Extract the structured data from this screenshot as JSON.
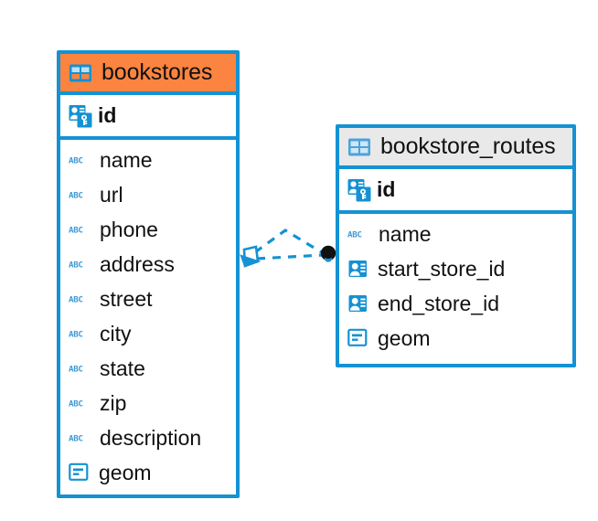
{
  "diagram": {
    "type": "entity-relationship-diagram",
    "background_color": "#ffffff",
    "accent_color": "#1492d3",
    "highlight_color": "#fb8440",
    "neutral_header_color": "#e9e9e9",
    "text_color": "#111111"
  },
  "entities": [
    {
      "id": "bookstores",
      "name": "bookstores",
      "header_style": "orange",
      "table_icon": "table-icon",
      "primary_keys": [
        {
          "name": "id",
          "icon": "primary-key-icon",
          "type_hint": "key"
        }
      ],
      "fields": [
        {
          "name": "name",
          "icon": "abc-icon",
          "type_hint": "ABC"
        },
        {
          "name": "url",
          "icon": "abc-icon",
          "type_hint": "ABC"
        },
        {
          "name": "phone",
          "icon": "abc-icon",
          "type_hint": "ABC"
        },
        {
          "name": "address",
          "icon": "abc-icon",
          "type_hint": "ABC"
        },
        {
          "name": "street",
          "icon": "abc-icon",
          "type_hint": "ABC"
        },
        {
          "name": "city",
          "icon": "abc-icon",
          "type_hint": "ABC"
        },
        {
          "name": "state",
          "icon": "abc-icon",
          "type_hint": "ABC"
        },
        {
          "name": "zip",
          "icon": "abc-icon",
          "type_hint": "ABC"
        },
        {
          "name": "description",
          "icon": "abc-icon",
          "type_hint": "ABC"
        },
        {
          "name": "geom",
          "icon": "geometry-icon",
          "type_hint": "geometry"
        }
      ]
    },
    {
      "id": "bookstore_routes",
      "name": "bookstore_routes",
      "header_style": "grey",
      "table_icon": "table-icon",
      "primary_keys": [
        {
          "name": "id",
          "icon": "primary-key-icon",
          "type_hint": "key"
        }
      ],
      "fields": [
        {
          "name": "name",
          "icon": "abc-icon",
          "type_hint": "ABC"
        },
        {
          "name": "start_store_id",
          "icon": "foreign-key-icon",
          "type_hint": "reference"
        },
        {
          "name": "end_store_id",
          "icon": "foreign-key-icon",
          "type_hint": "reference"
        },
        {
          "name": "geom",
          "icon": "geometry-icon",
          "type_hint": "geometry"
        }
      ]
    }
  ],
  "relationships": [
    {
      "id": "bookstores-to-bookstore-routes",
      "from_entity": "bookstores",
      "to_entity": "bookstore_routes",
      "line_style": "dashed",
      "line_color": "#1492d3",
      "source_marker": "polygon-marker",
      "target_marker": "filled-circle-marker",
      "target_marker_color": "#000000",
      "branch_count": 2
    }
  ]
}
